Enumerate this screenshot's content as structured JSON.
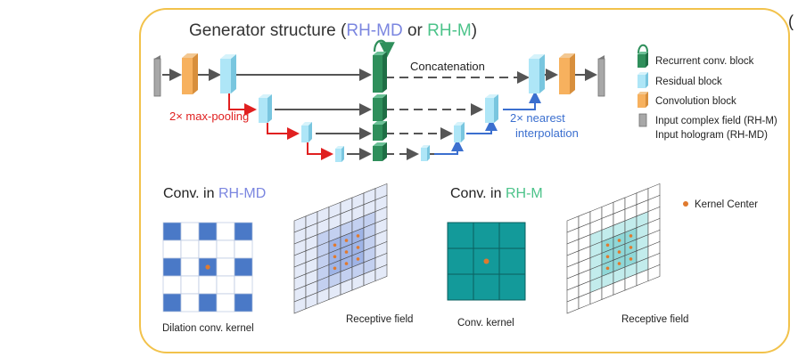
{
  "title": {
    "prefix": "Generator structure (",
    "rhmd": "RH-MD",
    "or": " or ",
    "rhm": "RH-M",
    "suffix": ")"
  },
  "corner_mark": "(",
  "annotations": {
    "concatenation": "Concatenation",
    "maxpool": "2× max-pooling",
    "interp_line1": "2× nearest",
    "interp_line2": "interpolation"
  },
  "legend": {
    "recurrent": "Recurrent conv. block",
    "residual": "Residual block",
    "convolution": "Convolution block",
    "input_line1": "Input complex field (RH-M)",
    "input_line2": "Input hologram (RH-MD)"
  },
  "panels": {
    "rhmd_prefix": "Conv. in ",
    "rhmd_name": "RH-MD",
    "rhm_prefix": "Conv. in ",
    "rhm_name": "RH-M",
    "kernel_center": "Kernel Center",
    "dilation_caption": "Dilation conv. kernel",
    "receptive_caption_1": "Receptive field",
    "conv_kernel_caption": "Conv. kernel",
    "receptive_caption_2": "Receptive field"
  },
  "colors": {
    "frame": "#f2c24b",
    "rhmd_text": "#7b86e0",
    "rhm_text": "#4cc38a",
    "recurrent": "#2f8f5b",
    "residual": "#aee6f7",
    "convolution": "#f7b15e",
    "input": "#9a9a9a",
    "maxpool_arrow": "#e02020",
    "interp_arrow": "#3b6fcf",
    "dilation_blue": "#4a79c7",
    "kernel_teal": "#139a9a",
    "kernel_dot": "#e07a2e"
  }
}
